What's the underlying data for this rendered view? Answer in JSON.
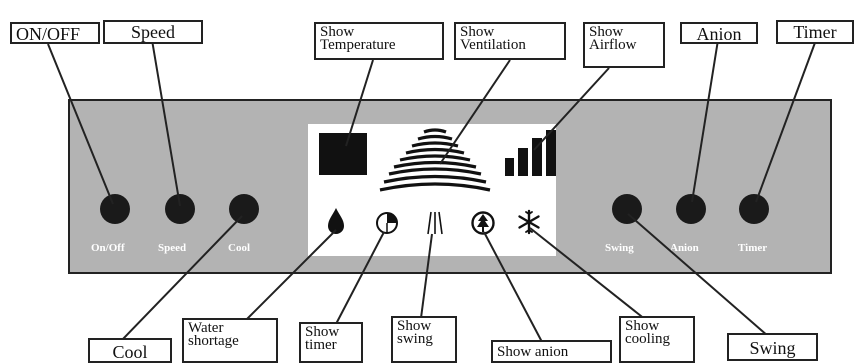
{
  "top_callouts": {
    "on_off": [
      "ON/OFF"
    ],
    "speed": [
      "Speed"
    ],
    "show_temperature": [
      "Show",
      "Temperature"
    ],
    "show_ventilation": [
      "Show",
      "Ventilation"
    ],
    "show_airflow": [
      "Show",
      "Airflow"
    ],
    "anion": [
      "Anion"
    ],
    "timer": [
      "Timer"
    ]
  },
  "bottom_callouts": {
    "cool": [
      "Cool"
    ],
    "water_shortage": [
      "Water",
      "shortage"
    ],
    "show_timer": [
      "Show",
      "timer"
    ],
    "show_swing": [
      "Show",
      "swing"
    ],
    "show_anion": [
      "Show anion"
    ],
    "show_cooling": [
      "Show",
      "cooling"
    ],
    "swing": [
      "Swing"
    ]
  },
  "panel_buttons": {
    "on_off": "On/Off",
    "speed": "Speed",
    "cool": "Cool",
    "swing": "Swing",
    "anion": "Anion",
    "timer": "Timer"
  },
  "display_icons": {
    "water": "water-drop-icon",
    "timer": "clock-icon",
    "swing": "swing-lines-icon",
    "anion": "tree-icon",
    "cooling": "snowflake-icon"
  },
  "colors": {
    "panel": "#b3b3b3",
    "button": "#1a1a1a",
    "ink": "#111111"
  }
}
